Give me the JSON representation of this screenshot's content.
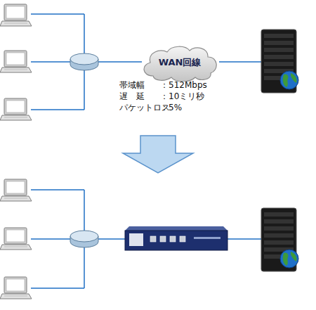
{
  "diagram": {
    "nodes": [
      {
        "text": [
          "WAN回線"
        ]
      }
    ],
    "labels": [
      "帯域幅",
      "：512Mbps",
      "遅　延",
      "：10ミリ秒",
      "パケットロス",
      "：5%"
    ]
  }
}
